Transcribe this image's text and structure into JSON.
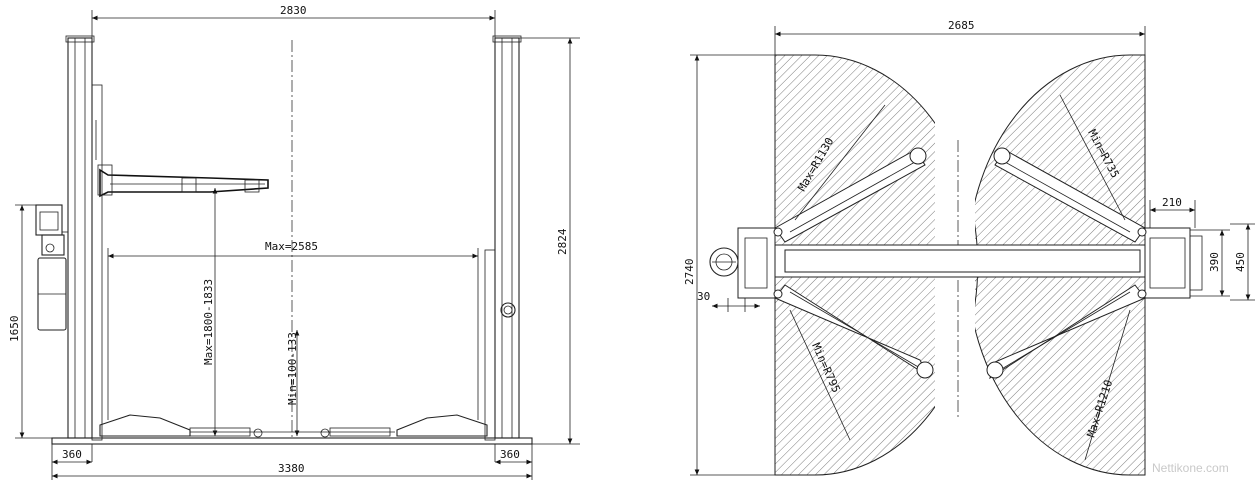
{
  "front_view": {
    "overall_width": "2830",
    "base_width": "3380",
    "left_offset": "360",
    "right_offset": "360",
    "column_height": "2824",
    "power_unit_height": "1650",
    "inner_width_max": "Max=2585",
    "lift_height_max": "Max=1800-1833",
    "lift_height_min": "Min=100-133"
  },
  "top_view": {
    "overall_width": "2685",
    "overall_length": "2740",
    "arm_radius_max_upper": "Max=R1130",
    "arm_radius_min_upper": "Min=R735",
    "arm_radius_min_lower": "Min=R795",
    "arm_radius_max_lower": "Max=R1210",
    "column_offset": "210",
    "column_depth": "390",
    "base_depth": "450",
    "pad_offset": "30"
  },
  "watermark": "Nettikone.com"
}
